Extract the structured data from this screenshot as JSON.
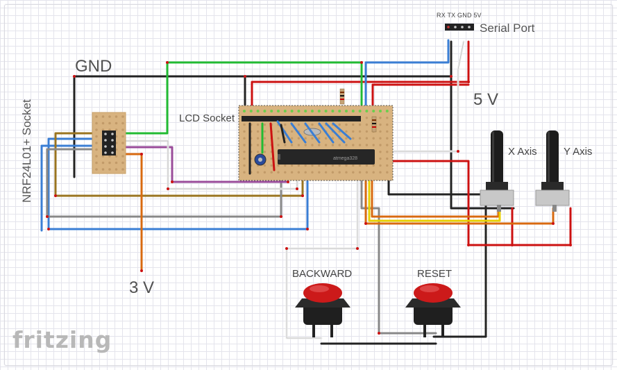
{
  "labels": {
    "gnd": "GND",
    "three_v": "3 V",
    "five_v": "5 V",
    "lcd_socket": "LCD Socket",
    "nrf_socket": "NRF24L01+ Socket",
    "serial_port": "Serial Port",
    "serial_pins": "RX TX GND 5V",
    "x_axis": "X Axis",
    "y_axis": "Y Axis",
    "backward": "BACKWARD",
    "reset": "RESET",
    "chip_marking": "atmega328",
    "logo": "fritzing"
  },
  "colors": {
    "stripboard": "#d8b380",
    "hole": "#c19a68",
    "red": "#cc1111",
    "black": "#222222",
    "green": "#22bb33",
    "blue": "#3a7ed4",
    "brown": "#9a7420",
    "purple": "#9a4c9a",
    "orange": "#d86a10",
    "yellow": "#e8d000",
    "grey": "#888888",
    "white": "#f4f4f4",
    "button_red": "#cc1a1a"
  }
}
